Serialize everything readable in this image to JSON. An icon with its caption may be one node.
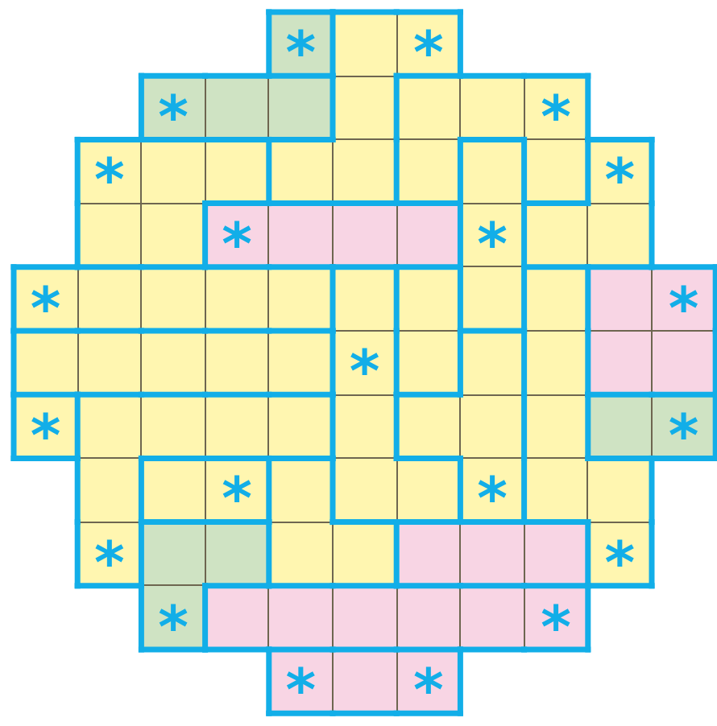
{
  "diagram": {
    "nodes": [
      {
        "text": [
          "*"
        ]
      },
      {
        "text": [],
        "shape": "box"
      },
      {
        "text": [
          "*"
        ]
      },
      {
        "text": [
          "*"
        ]
      },
      {
        "text": [],
        "shape": "box"
      },
      {
        "text": [],
        "shape": "box"
      },
      {
        "text": [],
        "shape": "box"
      },
      {
        "text": [],
        "shape": "box"
      },
      {
        "text": [],
        "shape": "box"
      },
      {
        "text": [
          "*"
        ]
      },
      {
        "text": [
          "*"
        ]
      },
      {
        "text": [],
        "shape": "box"
      },
      {
        "text": [],
        "shape": "box"
      },
      {
        "text": [],
        "shape": "box"
      },
      {
        "text": [],
        "shape": "box"
      },
      {
        "text": [],
        "shape": "box"
      },
      {
        "text": [],
        "shape": "box"
      },
      {
        "text": [],
        "shape": "box"
      },
      {
        "text": [
          "*"
        ]
      },
      {
        "text": [],
        "shape": "box"
      },
      {
        "text": [],
        "shape": "box"
      },
      {
        "text": [
          "*"
        ]
      },
      {
        "text": [],
        "shape": "box"
      },
      {
        "text": [],
        "shape": "box"
      },
      {
        "text": [],
        "shape": "box"
      },
      {
        "text": [
          "*"
        ]
      },
      {
        "text": [],
        "shape": "box"
      },
      {
        "text": [],
        "shape": "box"
      },
      {
        "text": [
          "*"
        ]
      },
      {
        "text": [],
        "shape": "box"
      },
      {
        "text": [],
        "shape": "box"
      },
      {
        "text": [],
        "shape": "box"
      },
      {
        "text": [],
        "shape": "box"
      },
      {
        "text": [],
        "shape": "box"
      },
      {
        "text": [],
        "shape": "box"
      },
      {
        "text": [],
        "shape": "box"
      },
      {
        "text": [],
        "shape": "box"
      },
      {
        "text": [],
        "shape": "box"
      },
      {
        "text": [
          "*"
        ]
      },
      {
        "text": [],
        "shape": "box"
      },
      {
        "text": [],
        "shape": "box"
      },
      {
        "text": [],
        "shape": "box"
      },
      {
        "text": [],
        "shape": "box"
      },
      {
        "text": [],
        "shape": "box"
      },
      {
        "text": [
          "*"
        ]
      },
      {
        "text": [],
        "shape": "box"
      },
      {
        "text": [],
        "shape": "box"
      },
      {
        "text": [],
        "shape": "box"
      },
      {
        "text": [],
        "shape": "box"
      },
      {
        "text": [],
        "shape": "box"
      },
      {
        "text": [
          "*"
        ]
      },
      {
        "text": [],
        "shape": "box"
      },
      {
        "text": [],
        "shape": "box"
      },
      {
        "text": [],
        "shape": "box"
      },
      {
        "text": [],
        "shape": "box"
      },
      {
        "text": [],
        "shape": "box"
      },
      {
        "text": [],
        "shape": "box"
      },
      {
        "text": [],
        "shape": "box"
      },
      {
        "text": [],
        "shape": "box"
      },
      {
        "text": [],
        "shape": "box"
      },
      {
        "text": [
          "*"
        ]
      },
      {
        "text": [],
        "shape": "box"
      },
      {
        "text": [],
        "shape": "box"
      },
      {
        "text": [
          "*"
        ]
      },
      {
        "text": [],
        "shape": "box"
      },
      {
        "text": [],
        "shape": "box"
      },
      {
        "text": [],
        "shape": "box"
      },
      {
        "text": [
          "*"
        ]
      },
      {
        "text": [],
        "shape": "box"
      },
      {
        "text": [],
        "shape": "box"
      },
      {
        "text": [
          "*"
        ]
      },
      {
        "text": [],
        "shape": "box"
      },
      {
        "text": [],
        "shape": "box"
      },
      {
        "text": [],
        "shape": "box"
      },
      {
        "text": [],
        "shape": "box"
      },
      {
        "text": [],
        "shape": "box"
      },
      {
        "text": [],
        "shape": "box"
      },
      {
        "text": [],
        "shape": "box"
      },
      {
        "text": [
          "*"
        ]
      },
      {
        "text": [
          "*"
        ]
      },
      {
        "text": [],
        "shape": "box"
      },
      {
        "text": [],
        "shape": "box"
      },
      {
        "text": [],
        "shape": "box"
      },
      {
        "text": [],
        "shape": "box"
      },
      {
        "text": [],
        "shape": "box"
      },
      {
        "text": [
          "*"
        ]
      },
      {
        "text": [
          "*"
        ]
      },
      {
        "text": [],
        "shape": "box"
      },
      {
        "text": [
          "*"
        ]
      }
    ]
  }
}
